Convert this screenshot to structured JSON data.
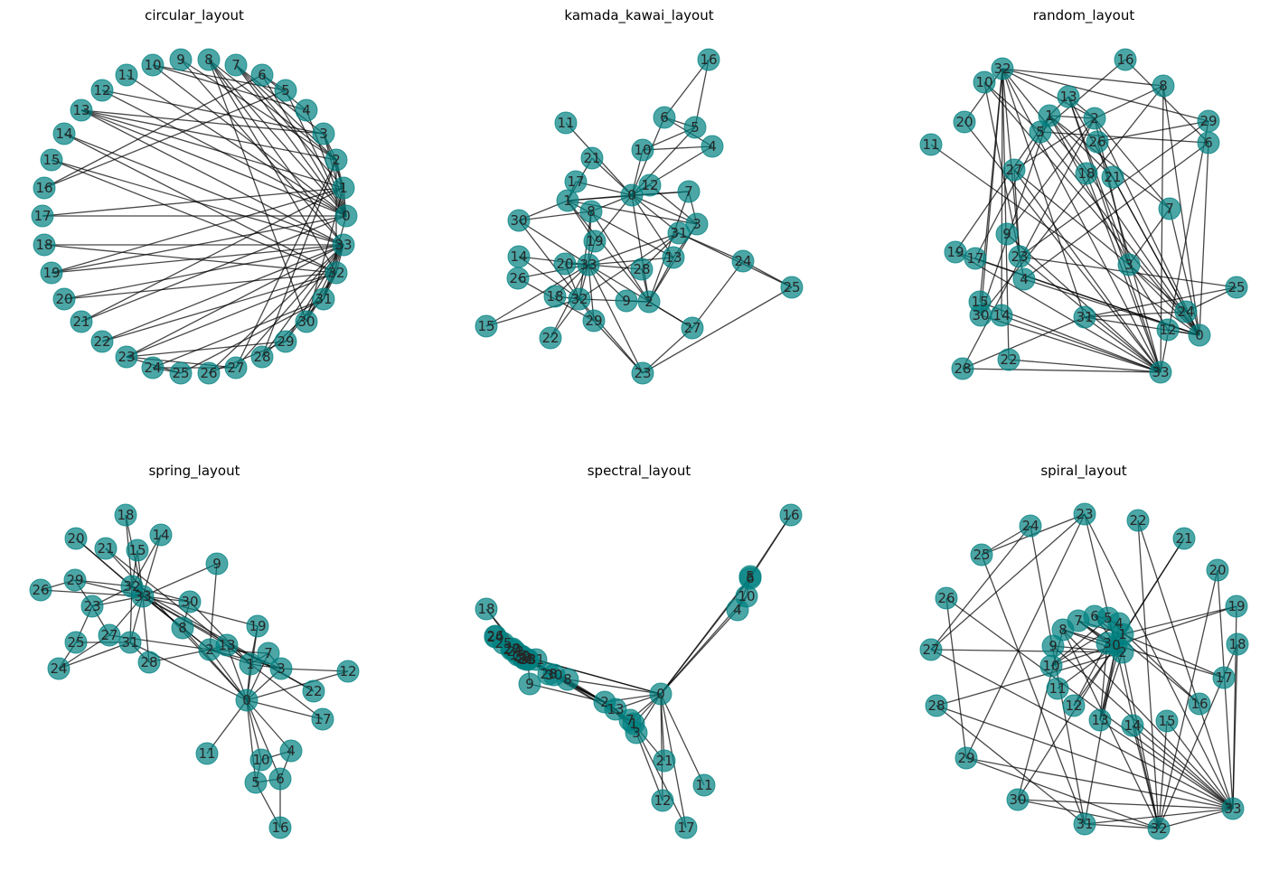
{
  "graph": {
    "edges": [
      [
        0,
        1
      ],
      [
        0,
        2
      ],
      [
        0,
        3
      ],
      [
        0,
        4
      ],
      [
        0,
        5
      ],
      [
        0,
        6
      ],
      [
        0,
        7
      ],
      [
        0,
        8
      ],
      [
        0,
        10
      ],
      [
        0,
        11
      ],
      [
        0,
        12
      ],
      [
        0,
        13
      ],
      [
        0,
        17
      ],
      [
        0,
        19
      ],
      [
        0,
        21
      ],
      [
        0,
        31
      ],
      [
        1,
        2
      ],
      [
        1,
        3
      ],
      [
        1,
        7
      ],
      [
        1,
        13
      ],
      [
        1,
        17
      ],
      [
        1,
        19
      ],
      [
        1,
        21
      ],
      [
        1,
        30
      ],
      [
        2,
        3
      ],
      [
        2,
        7
      ],
      [
        2,
        8
      ],
      [
        2,
        9
      ],
      [
        2,
        13
      ],
      [
        2,
        27
      ],
      [
        2,
        28
      ],
      [
        2,
        32
      ],
      [
        3,
        7
      ],
      [
        3,
        12
      ],
      [
        3,
        13
      ],
      [
        4,
        6
      ],
      [
        4,
        10
      ],
      [
        5,
        6
      ],
      [
        5,
        10
      ],
      [
        5,
        16
      ],
      [
        6,
        16
      ],
      [
        8,
        30
      ],
      [
        8,
        32
      ],
      [
        8,
        33
      ],
      [
        9,
        33
      ],
      [
        13,
        33
      ],
      [
        14,
        32
      ],
      [
        14,
        33
      ],
      [
        15,
        32
      ],
      [
        15,
        33
      ],
      [
        18,
        32
      ],
      [
        18,
        33
      ],
      [
        19,
        33
      ],
      [
        20,
        32
      ],
      [
        20,
        33
      ],
      [
        22,
        32
      ],
      [
        22,
        33
      ],
      [
        23,
        25
      ],
      [
        23,
        27
      ],
      [
        23,
        29
      ],
      [
        23,
        32
      ],
      [
        23,
        33
      ],
      [
        24,
        25
      ],
      [
        24,
        27
      ],
      [
        24,
        31
      ],
      [
        25,
        31
      ],
      [
        26,
        29
      ],
      [
        26,
        33
      ],
      [
        27,
        33
      ],
      [
        28,
        31
      ],
      [
        28,
        33
      ],
      [
        29,
        32
      ],
      [
        29,
        33
      ],
      [
        30,
        32
      ],
      [
        30,
        33
      ],
      [
        31,
        32
      ],
      [
        31,
        33
      ],
      [
        32,
        33
      ]
    ]
  },
  "panels": [
    {
      "title": "circular_layout"
    },
    {
      "title": "kamada_kawai_layout"
    },
    {
      "title": "random_layout"
    },
    {
      "title": "spring_layout"
    },
    {
      "title": "spectral_layout"
    },
    {
      "title": "spiral_layout"
    }
  ],
  "colors": {
    "node": "#008080",
    "edge": "#000000"
  }
}
